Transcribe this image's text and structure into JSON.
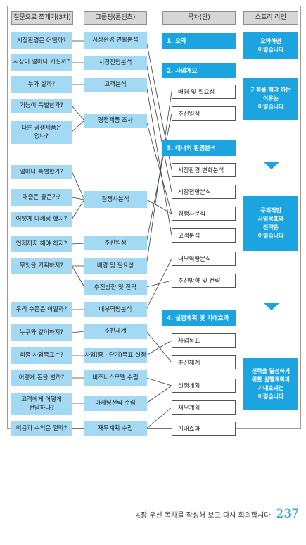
{
  "headers": {
    "col1": "질문으로 쪼개기(3차)",
    "col2": "그룹핑(콘텐츠)",
    "col3": "목차(안)",
    "col4": "스토리 라인"
  },
  "questions": [
    {
      "lines": [
        "시장환경은 어떨까?"
      ]
    },
    {
      "lines": [
        "시장이 얼마나 커질까?"
      ]
    },
    {
      "lines": [
        "누가 살까?"
      ]
    },
    {
      "lines": [
        "기능이 특별한가?"
      ]
    },
    {
      "lines": [
        "다른 경쟁제품은",
        "없나?"
      ]
    },
    {
      "lines": [
        "얼마나 특별한가?"
      ]
    },
    {
      "lines": [
        "매출은 좋은가?"
      ]
    },
    {
      "lines": [
        "어떻게 마케팅 했지?"
      ]
    },
    {
      "lines": [
        "언제까지 해야 하지?"
      ]
    },
    {
      "lines": [
        "무엇을 기획하지?"
      ]
    },
    {
      "lines": [
        "우리 수준은 어떨까?"
      ]
    },
    {
      "lines": [
        "누구와 같이하지?"
      ]
    },
    {
      "lines": [
        "최종 사업목표는?"
      ]
    },
    {
      "lines": [
        "어떻게 돈을 벌까?"
      ]
    },
    {
      "lines": [
        "고객에게 어떻게",
        "전달하나?"
      ]
    },
    {
      "lines": [
        "비용과 수익은 얼마?"
      ]
    }
  ],
  "groups": [
    {
      "label": "시장환경 변화분석"
    },
    {
      "label": "시장전망분석"
    },
    {
      "label": "고객분석"
    },
    {
      "label": "경쟁제품 조사"
    },
    {
      "label": "경쟁사분석"
    },
    {
      "label": "추진일정"
    },
    {
      "label": "배경 및 필요성"
    },
    {
      "label": "추진방향 및 전략"
    },
    {
      "label": "내부역량분석"
    },
    {
      "label": "추진체계"
    },
    {
      "label": "사업(중ㆍ단기)목표 설정"
    },
    {
      "label": "비즈니스모델 수립"
    },
    {
      "label": "마케팅전략 수립"
    },
    {
      "label": "재무계획 수립"
    }
  ],
  "toc": [
    {
      "type": "section",
      "label": "1. 요약"
    },
    {
      "type": "section",
      "label": "2. 사업개요"
    },
    {
      "type": "item",
      "label": "배경 및 필요성"
    },
    {
      "type": "item",
      "label": "추진일정"
    },
    {
      "type": "section",
      "label": "3. 대내외 환경분석"
    },
    {
      "type": "item",
      "label": "시장환경 변화분석"
    },
    {
      "type": "item",
      "label": "시장전망분석"
    },
    {
      "type": "item",
      "label": "경쟁사분석"
    },
    {
      "type": "item",
      "label": "고객분석"
    },
    {
      "type": "item",
      "label": "내부역량분석"
    },
    {
      "type": "item",
      "label": "추진방향 및 전략"
    },
    {
      "type": "section",
      "label": "4. 실행계획 및 기대효과"
    },
    {
      "type": "item",
      "label": "사업목표"
    },
    {
      "type": "item",
      "label": "추진체계"
    },
    {
      "type": "item",
      "label": "실행계획"
    },
    {
      "type": "item",
      "label": "재무계획"
    },
    {
      "type": "item",
      "label": "기대효과"
    }
  ],
  "story": [
    {
      "lines": [
        "요약하면",
        "이렇습니다"
      ]
    },
    {
      "lines": [
        "기획을 해야 하는",
        "이유는",
        "이렇습니다"
      ]
    },
    {
      "lines": [
        "구체적인",
        "사업목표와",
        "전략은",
        "이렇습니다"
      ]
    },
    {
      "lines": [
        "전략을 달성하기",
        "위한 실행계획과",
        "기대효과는",
        "이렇습니다"
      ]
    }
  ],
  "colors": {
    "question_fill": "#a4d9f3",
    "section_fill": "#1ba4df",
    "header_fill": "#d6d6d6",
    "page_number": "#1ba4df"
  },
  "icons": [
    "down-triangle-arrow-icon"
  ],
  "footer": {
    "text": "4장 우선 목차를 작성해 보고 다시 회의합시다",
    "page": "237"
  }
}
